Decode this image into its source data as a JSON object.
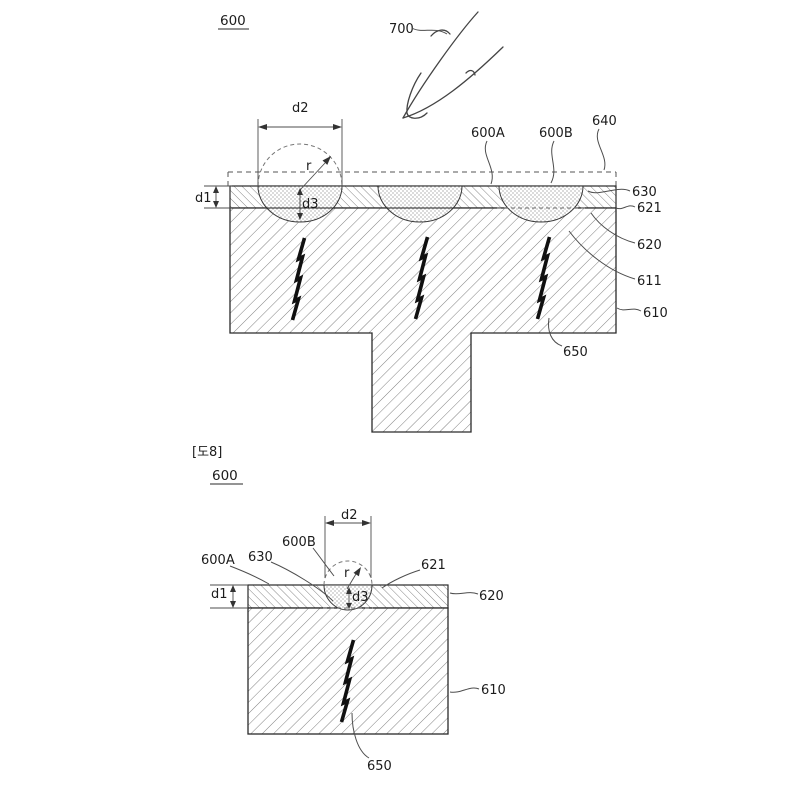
{
  "page": {
    "background": "#ffffff",
    "ink_color": "#2a2a2a",
    "hatch_color": "#737373",
    "stipple_color": "#8f8f8f"
  },
  "figure_top": {
    "ref_label": "600",
    "labels": {
      "finger": "700",
      "region_a": "600A",
      "region_b": "600B",
      "cover": "640",
      "lens_layer": "630",
      "interface": "621",
      "layer": "620",
      "upper_substrate": "611",
      "substrate": "610",
      "wave": "650"
    },
    "dims": {
      "d1": "d1",
      "d2": "d2",
      "d3": "d3",
      "r": "r"
    }
  },
  "figure_bottom": {
    "caption": "[도8]",
    "ref_label": "600",
    "labels": {
      "region_a": "600A",
      "region_b": "600B",
      "lens_layer": "630",
      "interface": "621",
      "layer": "620",
      "substrate": "610",
      "wave": "650"
    },
    "dims": {
      "d1": "d1",
      "d2": "d2",
      "d3": "d3",
      "r": "r"
    }
  }
}
